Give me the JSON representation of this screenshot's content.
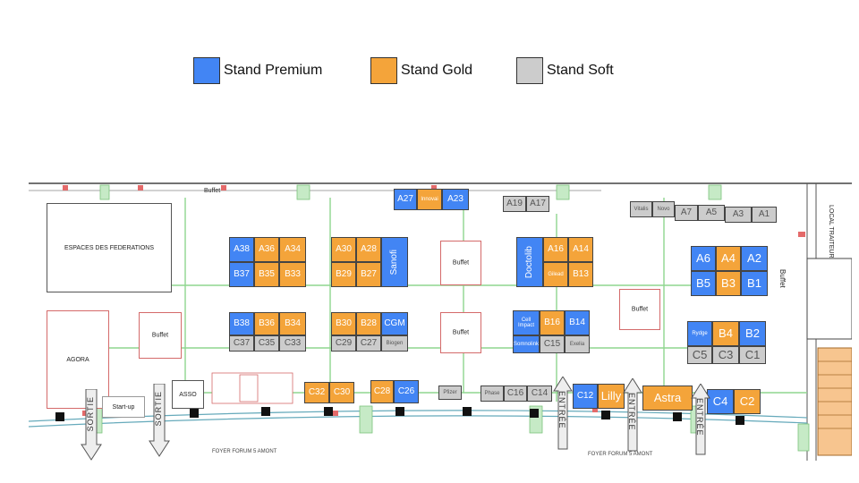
{
  "legend": [
    {
      "label": "Stand Premium",
      "color": "#4285f4"
    },
    {
      "label": "Stand Gold",
      "color": "#f4a43a"
    },
    {
      "label": "Stand Soft",
      "color": "#cccccc"
    }
  ],
  "rooms": {
    "federations": "ESPACES DES FEDERATIONS",
    "agora": "AGORA",
    "asso": "ASSO",
    "startup": "Start-up",
    "local_traiteur": "LOCAL TRAITEUR"
  },
  "buffet_label": "Buffet",
  "exits": {
    "sortie": "SORTIE",
    "entree": "ENTRÉE"
  },
  "foyer": {
    "left": "FOYER FORUM 5 AMONT",
    "right": "FOYER FORUM 5 AMONT"
  },
  "stands": {
    "A27": "A27",
    "A25": "Innovai",
    "A23": "A23",
    "A19": "A19",
    "A17": "A17",
    "A13": "Vitalis",
    "A9": "Novo",
    "A7": "A7",
    "A5": "A5",
    "A3": "A3",
    "A1": "A1",
    "A38": "A38",
    "A36": "A36",
    "A34": "A34",
    "B37": "B37",
    "B35": "B35",
    "B33": "B33",
    "A30": "A30",
    "A28": "A28",
    "B29": "B29",
    "B27": "B27",
    "Sanofi": "Sanofi",
    "Doctolib": "Doctolib",
    "A16": "A16",
    "A14": "A14",
    "B15": "Gilead",
    "B13": "B13",
    "A6": "A6",
    "A4": "A4",
    "A2": "A2",
    "B5": "B5",
    "B3": "B3",
    "B1": "B1",
    "B38": "B38",
    "B36": "B36",
    "B34": "B34",
    "C37": "C37",
    "C35": "C35",
    "C33": "C33",
    "B30": "B30",
    "B28": "B28",
    "CGM": "CGM",
    "C29": "C29",
    "C27": "C27",
    "C25": "Biogen",
    "B17": "Cell Impact",
    "B16": "B16",
    "B14": "B14",
    "C17": "Somnolink",
    "C15": "C15",
    "C13": "Exelia",
    "Rydge": "Rydge",
    "B4": "B4",
    "B2": "B2",
    "C5": "C5",
    "C3": "C3",
    "C1": "C1",
    "C32": "C32",
    "C30": "C30",
    "C28": "C28",
    "C26": "C26",
    "C24": "Pfizer",
    "C18": "Phase",
    "C16": "C16",
    "C14": "C14",
    "C12": "C12",
    "Lilly": "Lilly",
    "Astra": "Astra",
    "C4": "C4",
    "C2": "C2"
  }
}
